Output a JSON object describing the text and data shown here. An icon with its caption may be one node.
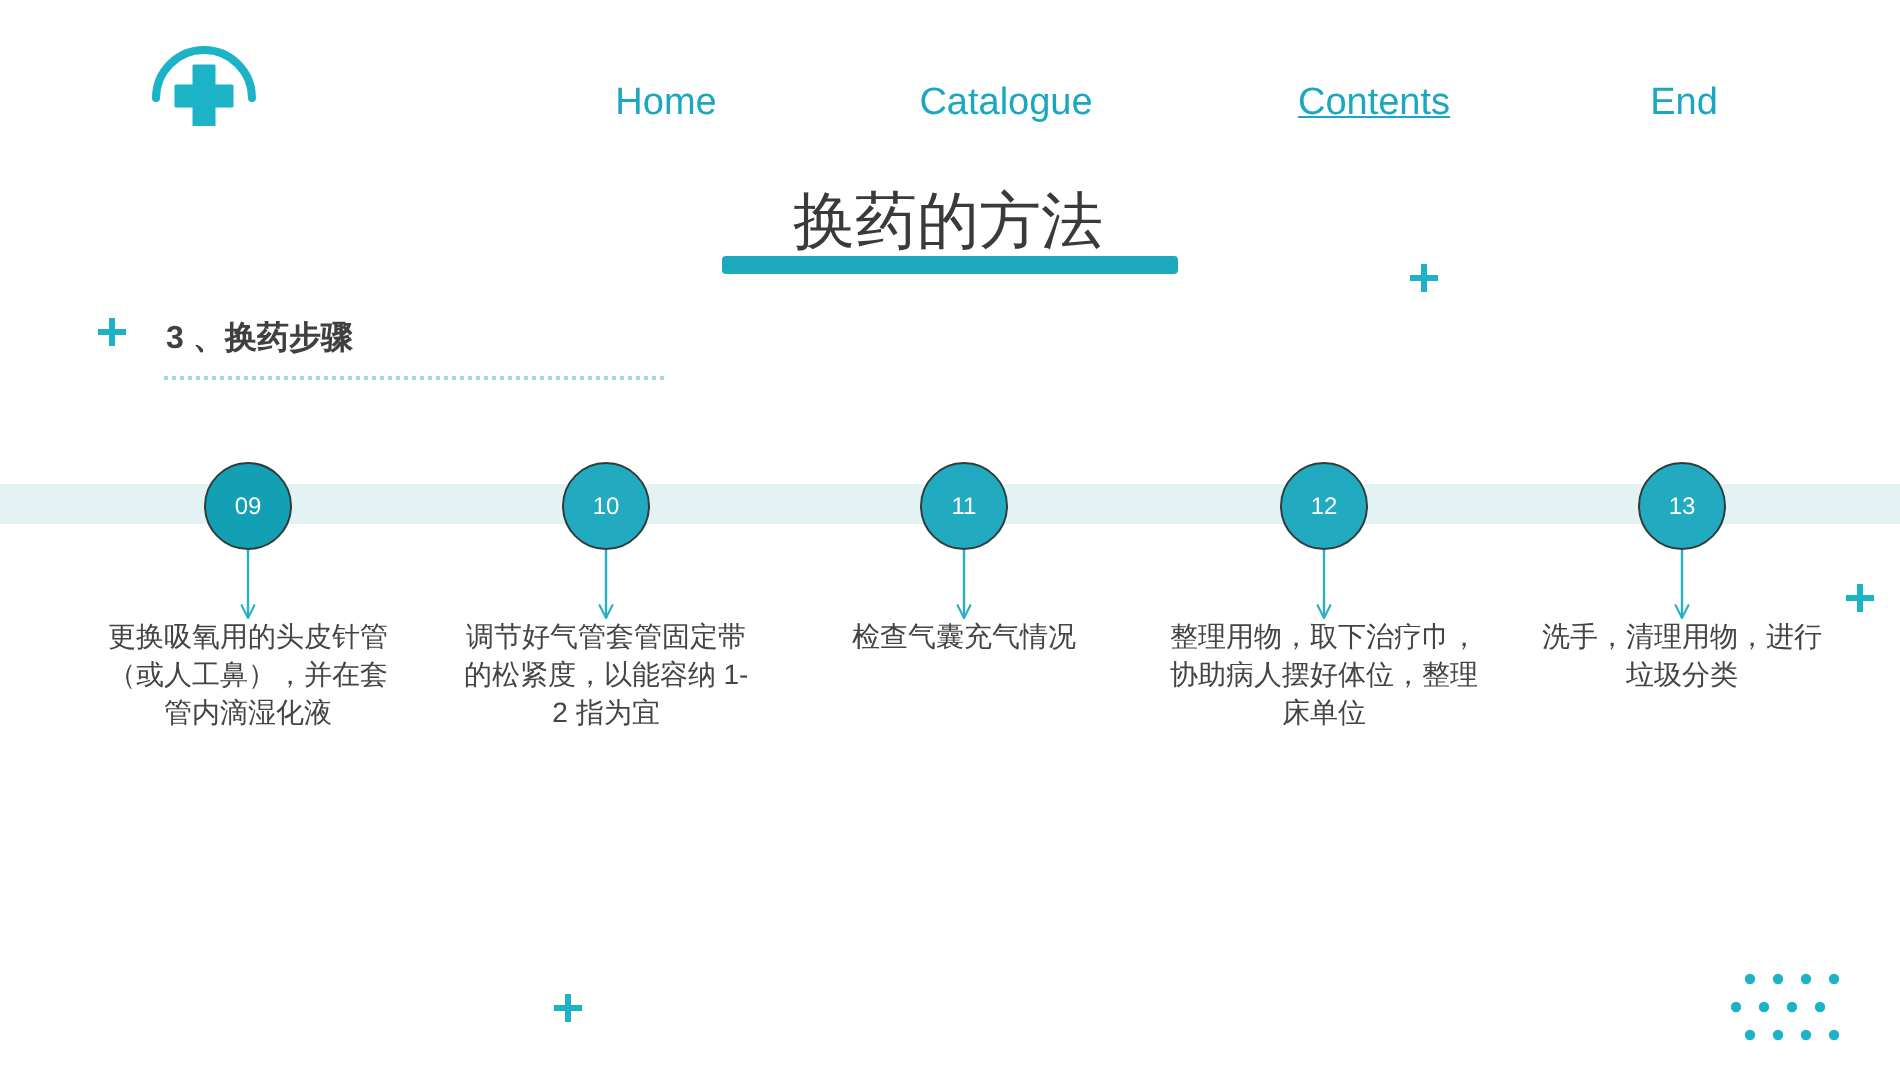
{
  "diagram": {
    "title": "换药的方法",
    "nodes": [
      {
        "text": [],
        "shape": "bar"
      },
      {
        "text": [
          "09"
        ]
      },
      {
        "text": [
          "更换吸氧用的头皮针管（或人工鼻），并在套管内滴湿化液"
        ]
      },
      {
        "text": [
          "10"
        ]
      },
      {
        "text": [
          "调节好气管套管固定带的松紧度，以能容纳 1-2 指为宜"
        ]
      },
      {
        "text": [
          "11"
        ]
      },
      {
        "text": [
          "检查气囊充气情况"
        ]
      },
      {
        "text": [
          "12"
        ]
      },
      {
        "text": [
          "整理用物，取下治疗巾，协助病人摆好体位，整理床单位"
        ]
      },
      {
        "text": [
          "13"
        ]
      },
      {
        "text": [
          "洗手，清理用物，进行垃圾分类"
        ]
      }
    ],
    "edges": [
      {
        "from": 1,
        "to": 2,
        "arrow": "to"
      },
      {
        "from": 3,
        "to": 4,
        "arrow": "to"
      },
      {
        "from": 5,
        "to": 6,
        "arrow": "to"
      },
      {
        "from": 7,
        "to": 8,
        "arrow": "to"
      },
      {
        "from": 9,
        "to": 10,
        "arrow": "to"
      }
    ],
    "labels": [
      "Home",
      "Catalogue",
      "Contents",
      "End",
      "3 、换药步骤"
    ]
  }
}
